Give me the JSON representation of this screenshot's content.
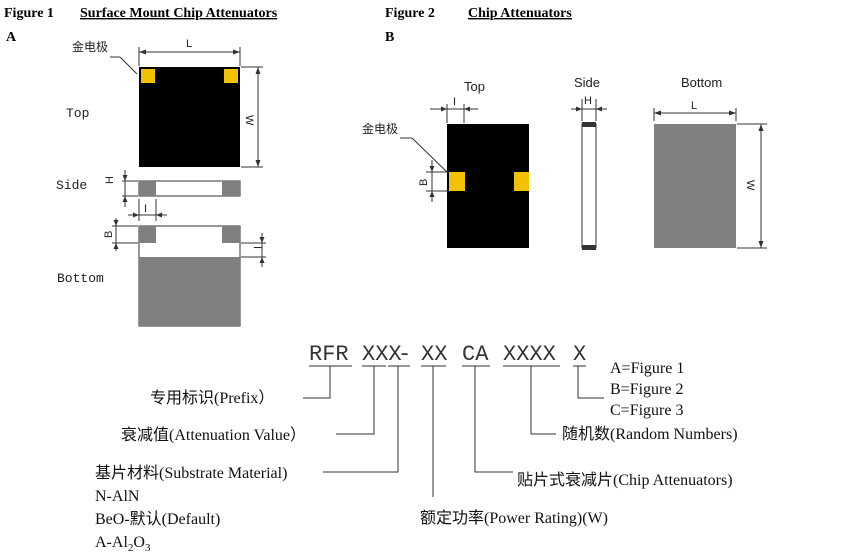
{
  "fig1": {
    "number": "Figure 1",
    "title": "Surface Mount Chip Attenuators",
    "panel": "A",
    "electrode_label": "金电极",
    "dim_L": "L",
    "dim_W": "W",
    "dim_H": "H",
    "dim_I": "I",
    "dim_B": "B",
    "dim_I2": "I",
    "view_top": "Top",
    "view_side": "Side",
    "view_bottom": "Bottom"
  },
  "fig2": {
    "number": "Figure 2",
    "title": "Chip Attenuators",
    "panel": "B",
    "view_top": "Top",
    "view_side": "Side",
    "view_bottom": "Bottom",
    "electrode_label": "金电极",
    "dim_I": "I",
    "dim_H": "H",
    "dim_B": "B",
    "dim_L": "L",
    "dim_W": "W"
  },
  "code": {
    "rfr": "RFR",
    "xxx": "XXX",
    "dash": "-",
    "xx": "XX",
    "ca": "CA",
    "xxxx": "XXXX",
    "x": "X"
  },
  "legend": {
    "prefix": "专用标识(Prefix）",
    "attenuation": "衰减值(Attenuation Value）",
    "substrate_title": "基片材料(Substrate Material)",
    "substrate_1": "N-AlN",
    "substrate_2": "BeO-默认(Default)",
    "substrate_3_pre": "A-Al",
    "substrate_3_sub1": "2",
    "substrate_3_mid": "O",
    "substrate_3_sub2": "3",
    "power": "额定功率(Power Rating)(W)",
    "chip": "贴片式衰减片(Chip Attenuators)",
    "random": "随机数(Random Numbers)",
    "fig_a": "A=Figure  1",
    "fig_b": "B=Figure  2",
    "fig_c": "C=Figure  3"
  },
  "colors": {
    "chip_body": "#000000",
    "electrode": "#f2c200",
    "bottom_fill": "#808080",
    "side_pad": "#808080"
  }
}
